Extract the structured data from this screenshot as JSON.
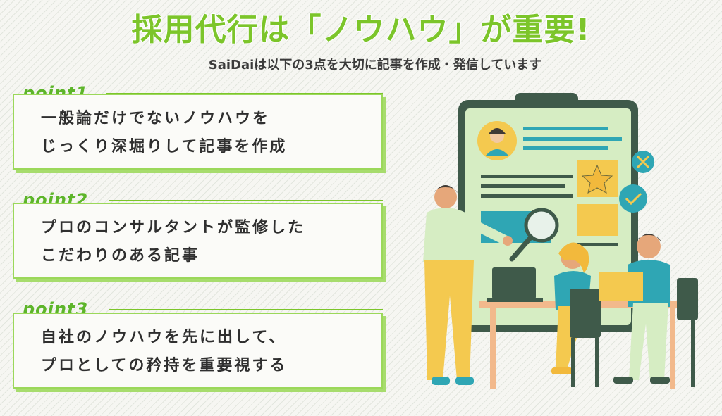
{
  "header": {
    "title": "採用代行は「ノウハウ」が重要!",
    "subtitle": "SaiDaiは以下の3点を大切に記事を作成・発信しています"
  },
  "points": [
    {
      "label": "point1",
      "line1": "一般論だけでないノウハウを",
      "line2": "じっくり深堀りして記事を作成"
    },
    {
      "label": "point2",
      "line1": "プロのコンサルタントが監修した",
      "line2": "こだわりのある記事"
    },
    {
      "label": "point3",
      "line1": "自社のノウハウを先に出して、",
      "line2": "プロとしての矜持を重要視する"
    }
  ],
  "colors": {
    "accent": "#7cc52a",
    "card_border": "#9bd85a",
    "text": "#2f2f2f"
  },
  "illustration": "team-meeting-illustration"
}
